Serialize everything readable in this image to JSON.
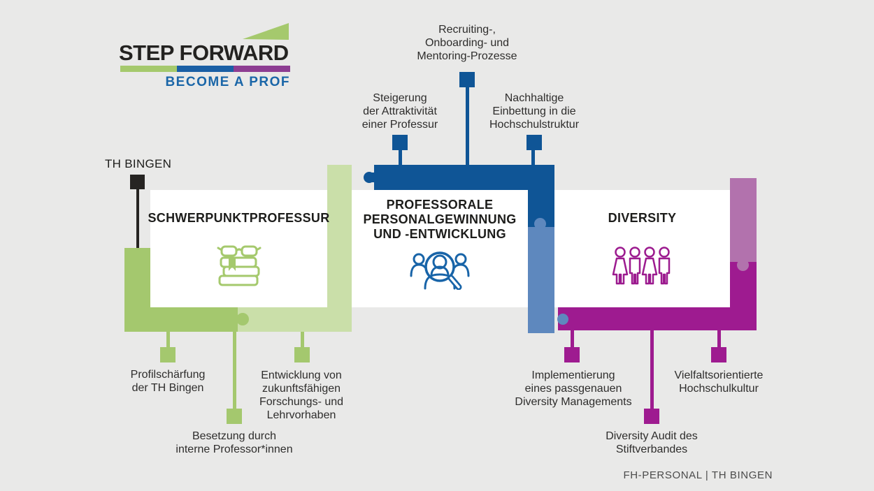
{
  "logo": {
    "title": "STEP FORWARD",
    "subtitle": "BECOME A PROF"
  },
  "org_label": "TH BINGEN",
  "top_labels": {
    "recruiting": "Recruiting-,\nOnboarding- und\nMentoring-Prozesse",
    "steigerung": "Steigerung\nder Attraktivität\neiner Professur",
    "nachhaltige": "Nachhaltige\nEinbettung in die\nHochschulstruktur"
  },
  "pillars": {
    "schwerpunktprofessur": {
      "title": "SCHWERPUNKTPROFESSUR",
      "icon": "books-glasses-icon"
    },
    "personalgewinnung": {
      "title": "PROFESSORALE\nPERSONALGEWINNUNG\nUND -ENTWICKLUNG",
      "icon": "people-magnifier-icon"
    },
    "diversity": {
      "title": "DIVERSITY",
      "icon": "diversity-people-icon"
    }
  },
  "bottom_labels": {
    "profilschaerfung": "Profilschärfung\nder TH Bingen",
    "besetzung": "Besetzung durch\ninterne Professor*innen",
    "entwicklung": "Entwicklung von\nzukunftsfähigen\nForschungs- und\nLehrvorhaben",
    "implementierung": "Implementierung\neines passgenauen\nDiversity Managements",
    "diversity_audit": "Diversity Audit des\nStiftverbandes",
    "vielfalt": "Vielfaltsorientierte\nHochschulkultur"
  },
  "footer": "FH-PERSONAL | TH BINGEN",
  "colors": {
    "background": "#e9e9e8",
    "green": "#a4c86e",
    "green_light": "#cadfa9",
    "blue": "#0f5596",
    "blue_light": "#5e88be",
    "magenta": "#9e1b90",
    "mauve": "#b272ad",
    "logo_blue": "#1a66a8",
    "logo_purple": "#8d3d92",
    "text_dark": "#1d1d1b",
    "connector_black": "#262422"
  }
}
